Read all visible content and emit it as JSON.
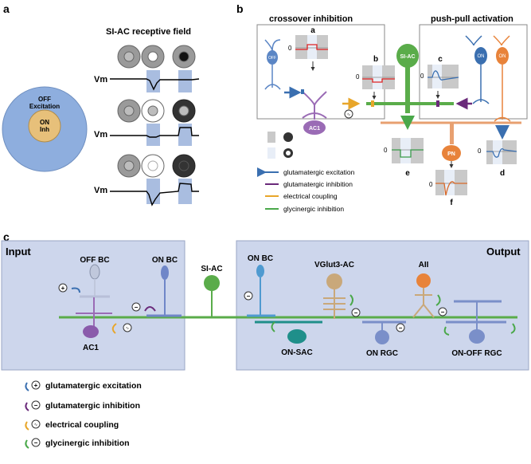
{
  "panel_a": {
    "letter": "a",
    "title": "SI-AC receptive field",
    "vm_label": "Vm",
    "circle_outer": "OFF",
    "circle_outer2": "Excitation",
    "circle_inner": "ON",
    "circle_inner2": "Inh"
  },
  "panel_b": {
    "letter": "b",
    "left_title": "crossover inhibition",
    "right_title": "push-pull activation",
    "cell_labels": {
      "off": "OFF",
      "ac1": "AC1",
      "siac": "SI-AC",
      "on1": "ON",
      "on2": "ON",
      "pn": "PN"
    },
    "trace_letters": [
      "a",
      "b",
      "c",
      "d",
      "e",
      "f"
    ],
    "zero_label": "0",
    "legend": [
      "glutamatergic excitation",
      "glutamatergic inhibition",
      "electrical coupling",
      "glycinergic inhibition"
    ]
  },
  "panel_c": {
    "letter": "c",
    "input_label": "Input",
    "output_label": "Output",
    "cells": {
      "off_bc": "OFF BC",
      "on_bc_left": "ON BC",
      "si_ac": "SI-AC",
      "on_bc_right": "ON BC",
      "vglut3": "VGlut3-AC",
      "aii": "AII",
      "ac1": "AC1",
      "on_sac": "ON-SAC",
      "on_rgc": "ON RGC",
      "on_off_rgc": "ON-OFF RGC"
    },
    "legend": [
      "glutamatergic excitation",
      "glutamatergic inhibition",
      "electrical coupling",
      "glycinergic inhibition"
    ]
  },
  "colors": {
    "excitation": "#3a6fb0",
    "inhibition": "#6a2a7a",
    "electrical": "#e8a62a",
    "glycinergic": "#4aa84a",
    "panel_bg": "#cdd6ec",
    "siac": "#5aac4a",
    "off_cell": "#5b86c5",
    "on_orange": "#e8833a",
    "ac1": "#9a6bb5",
    "vglut3": "#c9a87a",
    "sac": "#1f8f8a",
    "rgc": "#7a8fc9"
  }
}
